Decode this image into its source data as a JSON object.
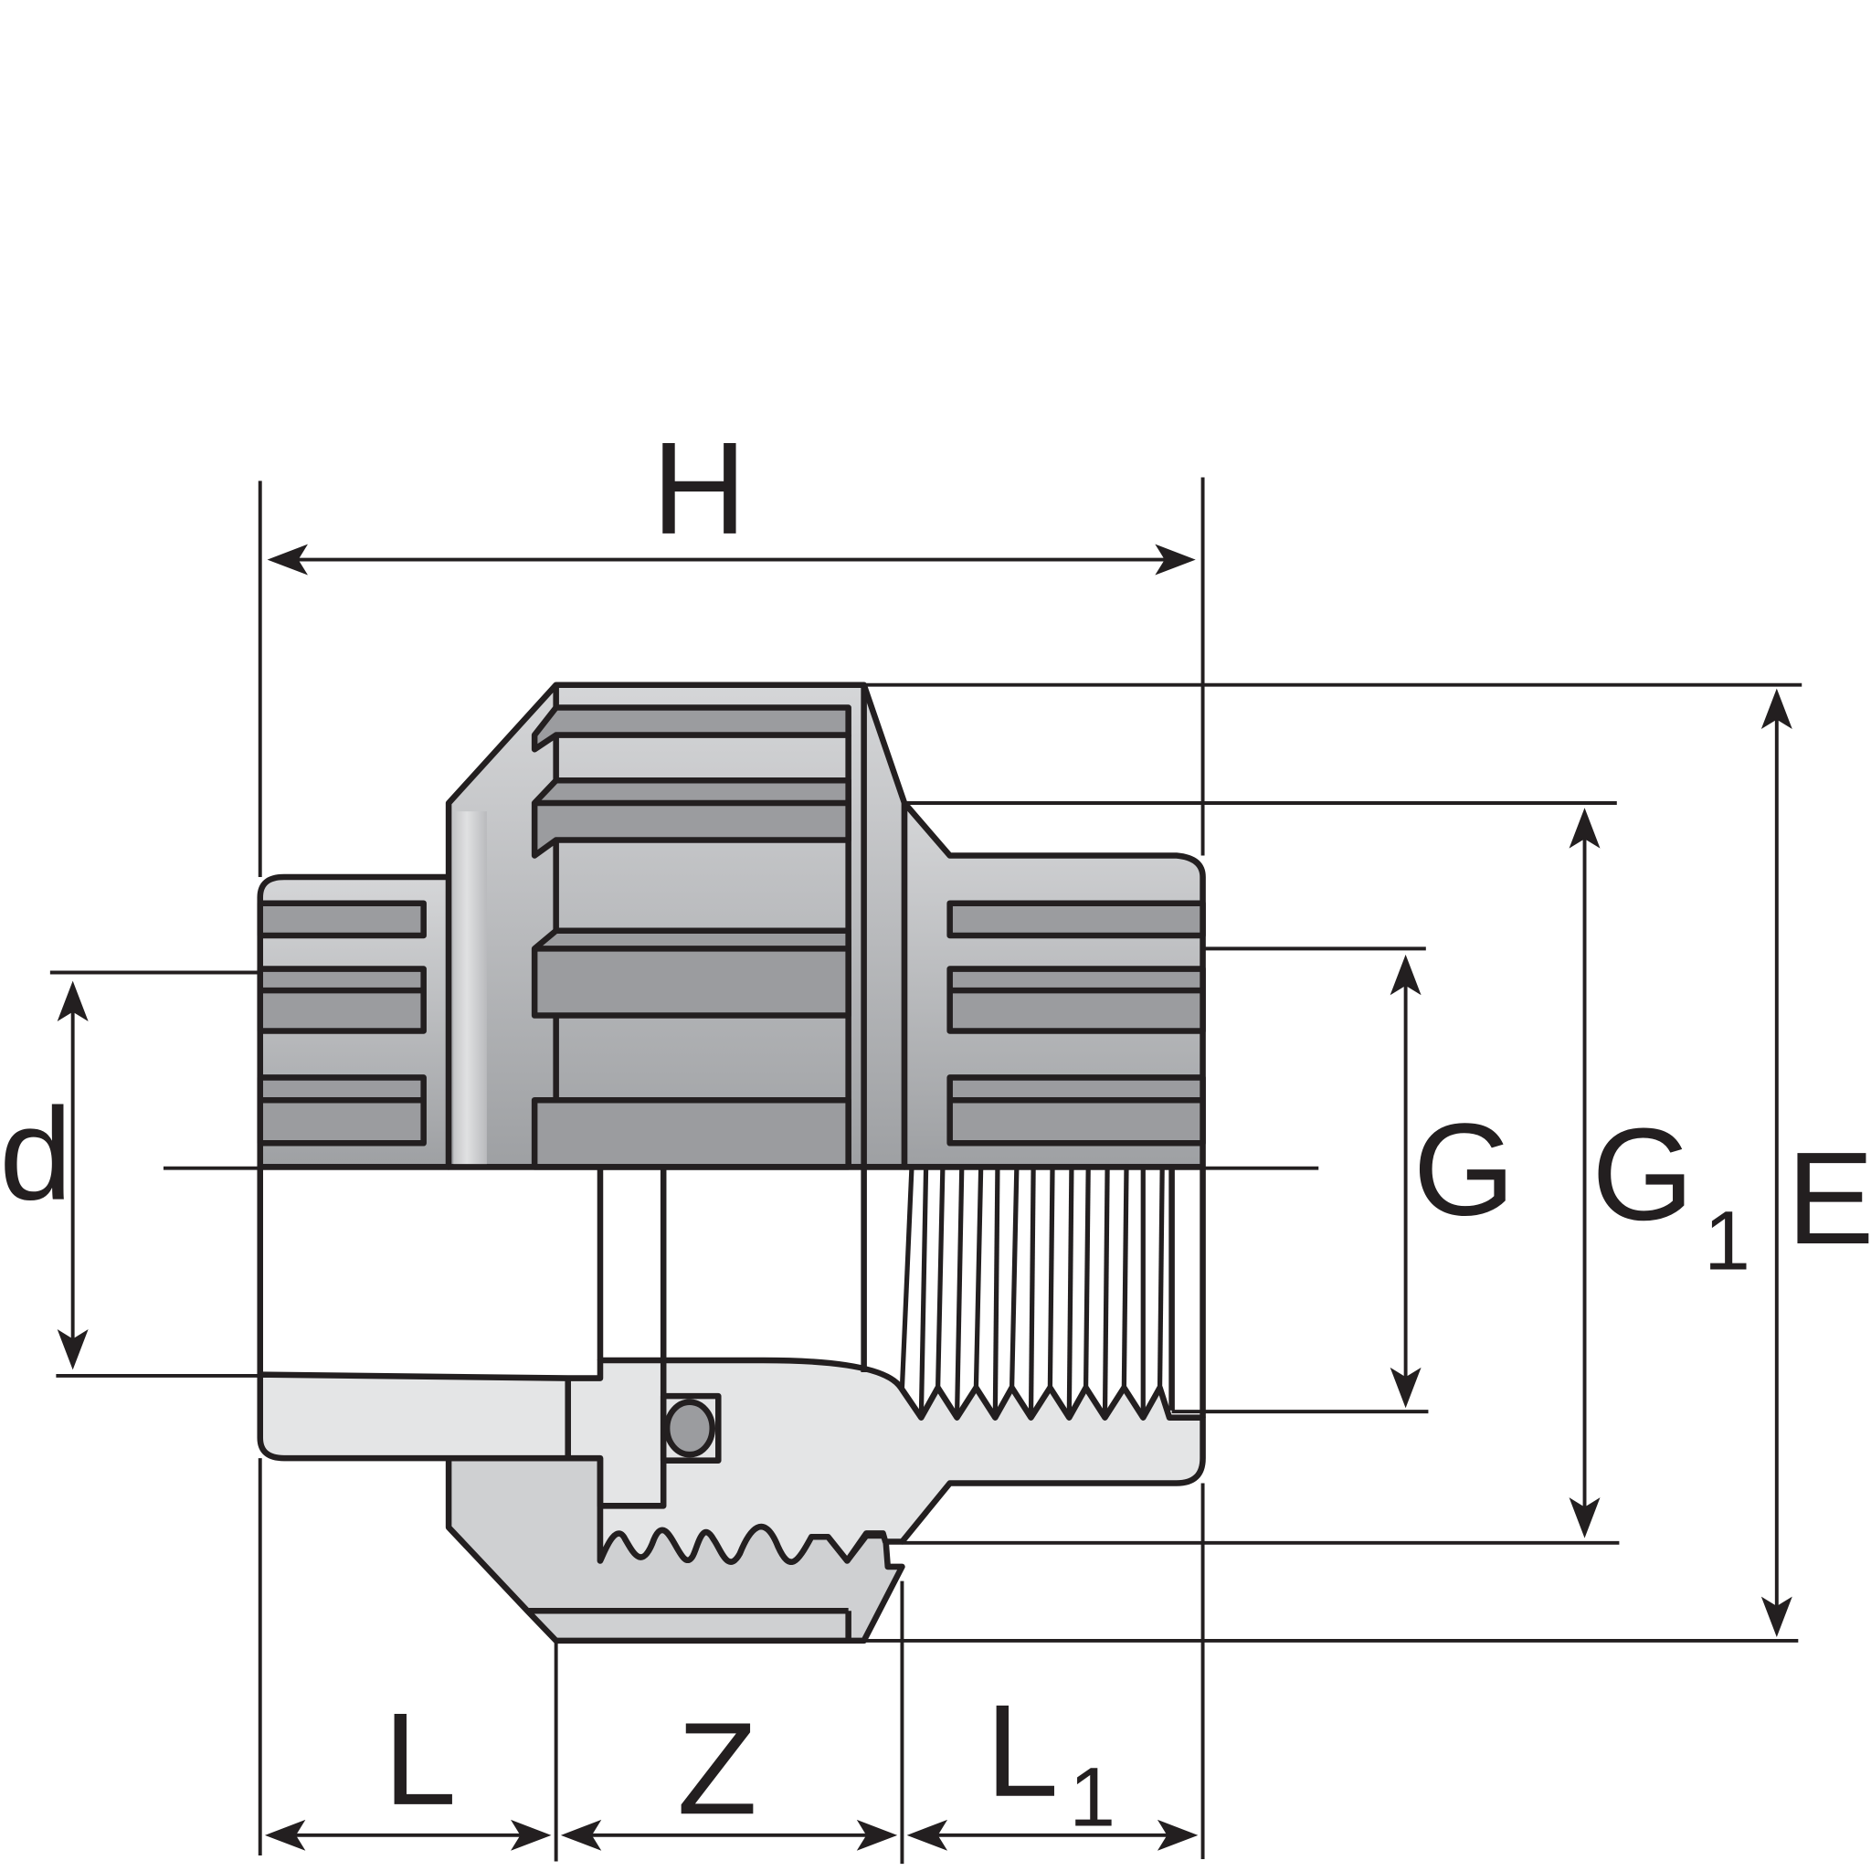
{
  "labels": {
    "H": "H",
    "d": "d",
    "G": "G",
    "G1_main": "G",
    "G1_sub": "1",
    "E": "E",
    "L": "L",
    "Z": "Z",
    "L1_main": "L",
    "L1_sub": "1"
  },
  "colors": {
    "outline": "#231f20",
    "body_light": "#e4e5e6",
    "body_mid": "#c9cacc",
    "body_dark": "#9b9c9f"
  }
}
